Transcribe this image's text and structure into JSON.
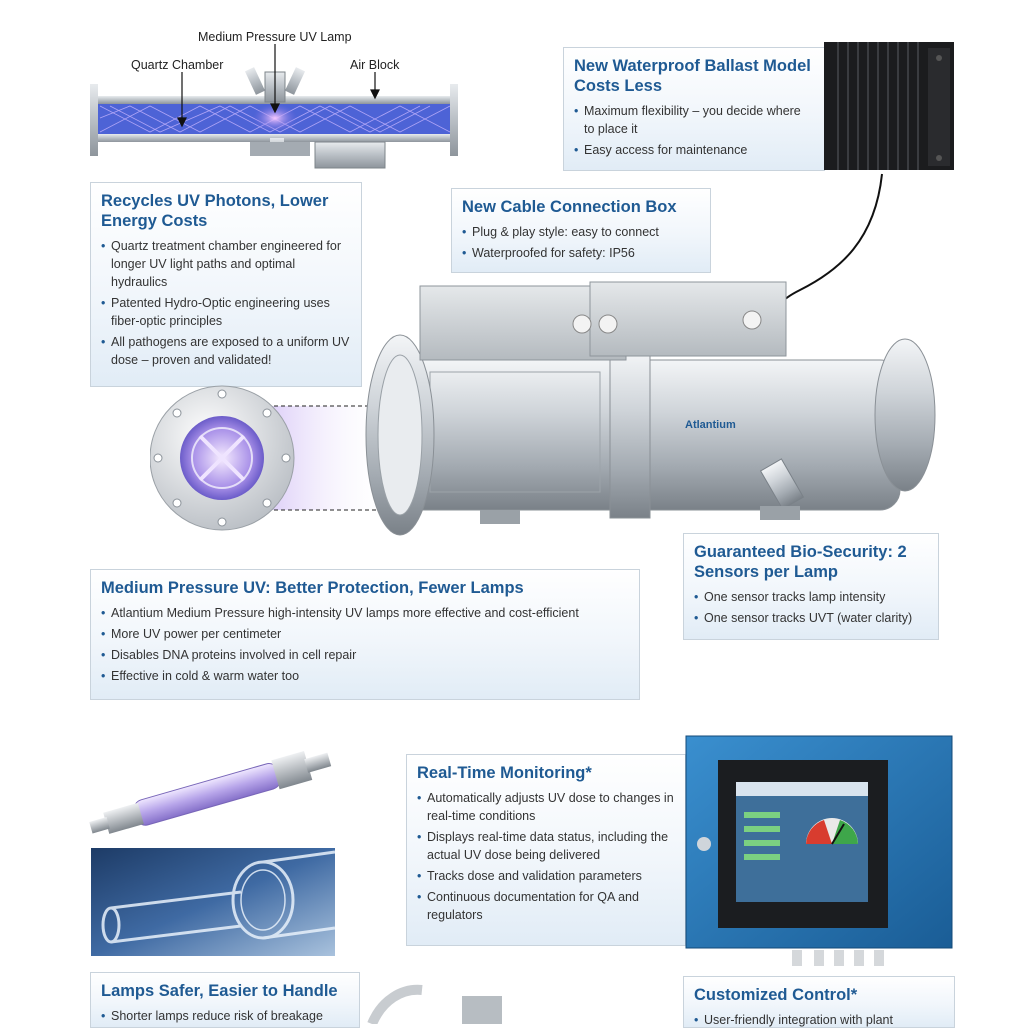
{
  "diagram": {
    "labels": {
      "lamp": "Medium Pressure UV Lamp",
      "quartz": "Quartz Chamber",
      "airblock": "Air Block"
    }
  },
  "ballast": {
    "title": "New Waterproof Ballast Model Costs Less",
    "items": [
      "Maximum flexibility – you decide where to place it",
      "Easy access for maintenance"
    ]
  },
  "recycles": {
    "title": "Recycles UV Photons, Lower Energy Costs",
    "items": [
      "Quartz treatment chamber engineered for longer UV light paths and optimal hydraulics",
      "Patented Hydro-Optic engineering uses fiber-optic principles",
      "All pathogens are exposed to a uniform UV dose – proven and validated!"
    ]
  },
  "cable": {
    "title": "New Cable Connection Box",
    "items": [
      "Plug & play style: easy to connect",
      "Waterproofed for safety: IP56"
    ]
  },
  "reactor": {
    "brand": "Atlantium"
  },
  "biosecurity": {
    "title": "Guaranteed Bio-Security: 2 Sensors per Lamp",
    "items": [
      "One sensor tracks lamp intensity",
      "One sensor tracks UVT (water clarity)"
    ]
  },
  "medium": {
    "title": "Medium Pressure UV: Better Protection, Fewer Lamps",
    "items": [
      "Atlantium Medium Pressure high-intensity UV lamps more effective and cost-efficient",
      "More UV power per centimeter",
      "Disables DNA proteins involved in cell repair",
      "Effective in cold & warm water too"
    ]
  },
  "monitoring": {
    "title": "Real-Time Monitoring*",
    "items": [
      "Automatically adjusts UV dose to changes in real-time conditions",
      "Displays real-time data status, including the actual UV dose being delivered",
      "Tracks dose and validation parameters",
      "Continuous documentation for QA and regulators"
    ]
  },
  "lamps": {
    "title": "Lamps Safer, Easier to Handle",
    "items": [
      "Shorter lamps reduce risk of breakage"
    ]
  },
  "control": {
    "title": "Customized Control*",
    "items": [
      "User-friendly integration with plant"
    ]
  },
  "colors": {
    "heading": "#1f5a93",
    "uv_glow": "#9a7fe0",
    "steel": "#c9ced3"
  }
}
